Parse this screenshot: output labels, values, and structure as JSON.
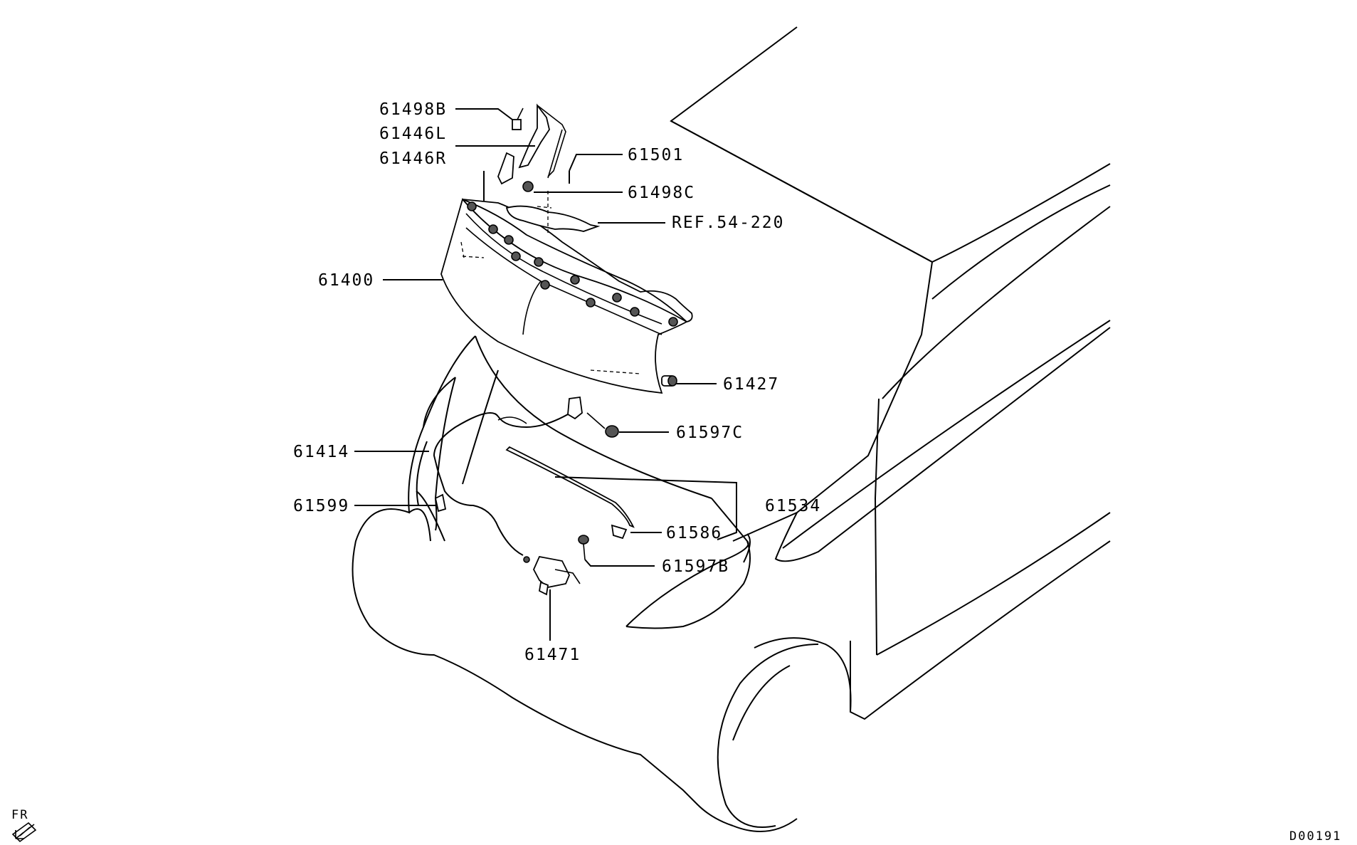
{
  "labels": {
    "p61498B": "61498B",
    "p61446L": "61446L",
    "p61446R": "61446R",
    "p61501": "61501",
    "p61498C": "61498C",
    "ref": "REF.54-220",
    "p61400": "61400",
    "p61427": "61427",
    "p61597C": "61597C",
    "p61414": "61414",
    "p61599": "61599",
    "p61534": "61534",
    "p61586": "61586",
    "p61597B": "61597B",
    "p61471": "61471"
  },
  "direction_marker": "FR",
  "diagram_code": "D00191"
}
